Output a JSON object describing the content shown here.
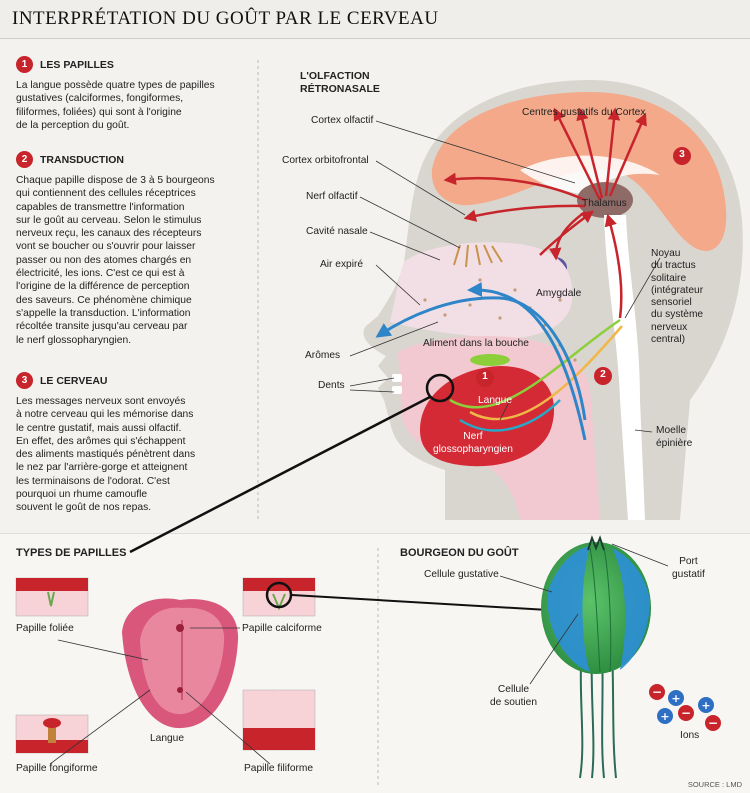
{
  "header": {
    "title": "INTERPRÉTATION DU GOÛT PAR LE CERVEAU"
  },
  "sections": [
    {
      "num": "1",
      "title": "LES PAPILLES",
      "body": "La langue possède quatre types de papilles\ngustatives (calciformes, fongiformes,\nfiliformes, foliées) qui sont à l'origine\nde la perception du goût."
    },
    {
      "num": "2",
      "title": "TRANSDUCTION",
      "body": "Chaque papille dispose de 3 à 5 bourgeons\nqui contiennent des cellules réceptrices\ncapables de transmettre l'information\nsur le goût au cerveau. Selon le stimulus\nnerveux reçu, les canaux des récepteurs\nvont se boucher ou s'ouvrir pour laisser\npasser ou non des atomes chargés en\nélectricité, les ions. C'est  ce qui est à\nl'origine de la différence de perception\ndes saveurs. Ce phénomène chimique\ns'appelle la transduction. L'information\nrécoltée transite jusqu'au cerveau par\nle nerf glossopharyngien."
    },
    {
      "num": "3",
      "title": "LE CERVEAU",
      "body": "Les messages nerveux sont envoyés\nà notre cerveau qui les mémorise dans\nle centre gustatif, mais aussi olfactif.\nEn effet, des arômes qui s'échappent\ndes aliments mastiqués pénètrent dans\nle nez par l'arrière-gorge et atteignent\nles terminaisons de l'odorat. C'est\npourquoi un rhume camoufle\nsouvent le goût de nos repas."
    }
  ],
  "head_diagram": {
    "title": "L'OLFACTION\nRÉTRONASALE",
    "labels": {
      "cortex_olfactif": "Cortex olfactif",
      "cortex_orbitofrontal": "Cortex orbitofrontal",
      "nerf_olfactif": "Nerf olfactif",
      "cavite_nasale": "Cavité nasale",
      "air_expire": "Air expiré",
      "aromes": "Arômes",
      "dents": "Dents",
      "aliment": "Aliment dans la bouche",
      "langue": "Langue",
      "nerf_glosso": "Nerf\nglossopharyngien",
      "centres_gustatifs": "Centres gustatifs du Cortex",
      "thalamus": "Thalamus",
      "amygdale": "Amygdale",
      "noyau": "Noyau\ndu tractus\nsolitaire\n(intégrateur\nsensoriel\ndu système\nnerveux\ncentral)",
      "moelle": "Moelle\népinière"
    },
    "markers": [
      "1",
      "2",
      "3"
    ]
  },
  "papilles": {
    "title": "TYPES DE PAPILLES",
    "labels": {
      "foliee": "Papille foliée",
      "calciforme": "Papille calciforme",
      "langue": "Langue",
      "fongiforme": "Papille fongiforme",
      "filiforme": "Papille filiforme"
    }
  },
  "bourgeon": {
    "title": "BOURGEON DU GOÛT",
    "labels": {
      "cellule_gustative": "Cellule gustative",
      "port_gustatif": "Port\ngustatif",
      "cellule_soutien": "Cellule\nde soutien",
      "ions": "Ions"
    }
  },
  "source": "SOURCE : LMD",
  "colors": {
    "accent_red": "#c8242b",
    "brain_orange": "#f3a98a",
    "tongue_red": "#d42a35",
    "mouth_pink": "#f2c9d0",
    "bud_green": "#3fae5a",
    "bud_blue": "#2e8fd6"
  }
}
